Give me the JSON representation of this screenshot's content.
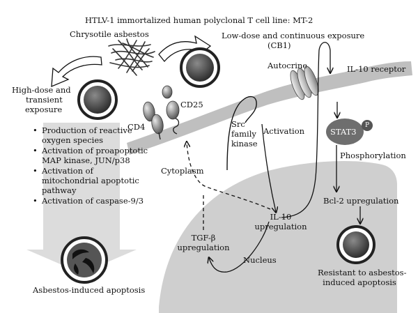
{
  "title": "HTLV-1 immortalized human polyclonal T cell line: MT-2",
  "labels": {
    "chrysotile": "Chrysotile asbestos",
    "low_dose_line1": "Low-dose and continuous exposure",
    "low_dose_line2": "(CB1)",
    "high_dose_line1": "High-dose and",
    "high_dose_line2": "transient",
    "high_dose_line3": "exposure",
    "autocrine": "Autocrine",
    "il10_receptor": "IL-10 receptor",
    "cd25": "CD25",
    "cd4": "CD4",
    "src_line1": "Src",
    "src_line2": "family",
    "src_line3": "kinase",
    "activation": "Activation",
    "stat3": "STAT3",
    "p": "P",
    "phosphorylation": "Phosphorylation",
    "cytoplasm": "Cytoplasm",
    "il10_up_line1": "IL-10",
    "il10_up_line2": "upregulation",
    "bcl2": "Bcl-2 upregulation",
    "tgf_line1": "TGF-β",
    "tgf_line2": "upregulation",
    "nucleus": "Nucleus",
    "apoptosis": "Asbestos-induced apoptosis",
    "resistant_line1": "Resistant to asbestos-",
    "resistant_line2": "induced apoptosis"
  },
  "bullets": [
    "Production of reactive oxygen species",
    "Activation of proapoptotic MAP kinase, JUN/p38",
    "Activation of mitochondrial apoptotic pathway",
    "Activation of caspase-9/3"
  ],
  "colors": {
    "membrane": "#bfbfbf",
    "nucleus": "#cfcfcf",
    "cell_ring": "#3a3a3a",
    "stat3": "#6e6e6e",
    "arrow_fill": "#d6d6d6"
  }
}
